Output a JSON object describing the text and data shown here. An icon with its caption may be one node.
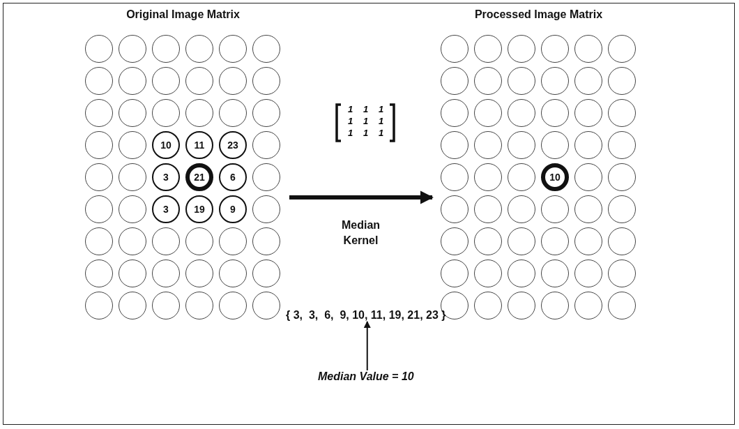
{
  "diagram": {
    "nodes": [
      {
        "text": [
          "Original Image Matrix"
        ]
      },
      {
        "text": [],
        "shape": "circle",
        "in": 0
      },
      {
        "text": [],
        "shape": "circle",
        "in": 0
      },
      {
        "text": [],
        "shape": "circle",
        "in": 0
      },
      {
        "text": [],
        "shape": "circle",
        "in": 0
      },
      {
        "text": [],
        "shape": "circle",
        "in": 0
      },
      {
        "text": [],
        "shape": "circle",
        "in": 0
      },
      {
        "text": [],
        "shape": "circle",
        "in": 0
      },
      {
        "text": [],
        "shape": "circle",
        "in": 0
      },
      {
        "text": [],
        "shape": "circle",
        "in": 0
      },
      {
        "text": [],
        "shape": "circle",
        "in": 0
      },
      {
        "text": [],
        "shape": "circle",
        "in": 0
      },
      {
        "text": [],
        "shape": "circle",
        "in": 0
      },
      {
        "text": [],
        "shape": "circle",
        "in": 0
      },
      {
        "text": [],
        "shape": "circle",
        "in": 0
      },
      {
        "text": [],
        "shape": "circle",
        "in": 0
      },
      {
        "text": [],
        "shape": "circle",
        "in": 0
      },
      {
        "text": [],
        "shape": "circle",
        "in": 0
      },
      {
        "text": [],
        "shape": "circle",
        "in": 0
      },
      {
        "text": [],
        "shape": "circle",
        "in": 0
      },
      {
        "text": [],
        "shape": "circle",
        "in": 0
      },
      {
        "text": [
          "10"
        ],
        "in": 0
      },
      {
        "text": [
          "11"
        ],
        "in": 0
      },
      {
        "text": [
          "23"
        ],
        "in": 0
      },
      {
        "text": [],
        "shape": "circle",
        "in": 0
      },
      {
        "text": [],
        "shape": "circle",
        "in": 0
      },
      {
        "text": [],
        "shape": "circle",
        "in": 0
      },
      {
        "text": [
          "3"
        ],
        "in": 0
      },
      {
        "text": [
          "21"
        ],
        "in": 0
      },
      {
        "text": [
          "6"
        ],
        "in": 0
      },
      {
        "text": [],
        "shape": "circle",
        "in": 0
      },
      {
        "text": [],
        "shape": "circle",
        "in": 0
      },
      {
        "text": [],
        "shape": "circle",
        "in": 0
      },
      {
        "text": [
          "3"
        ],
        "in": 0
      },
      {
        "text": [
          "19"
        ],
        "in": 0
      },
      {
        "text": [
          "9"
        ],
        "in": 0
      },
      {
        "text": [],
        "shape": "circle",
        "in": 0
      },
      {
        "text": [],
        "shape": "circle",
        "in": 0
      },
      {
        "text": [],
        "shape": "circle",
        "in": 0
      },
      {
        "text": [],
        "shape": "circle",
        "in": 0
      },
      {
        "text": [],
        "shape": "circle",
        "in": 0
      },
      {
        "text": [],
        "shape": "circle",
        "in": 0
      },
      {
        "text": [],
        "shape": "circle",
        "in": 0
      },
      {
        "text": [],
        "shape": "circle",
        "in": 0
      },
      {
        "text": [],
        "shape": "circle",
        "in": 0
      },
      {
        "text": [],
        "shape": "circle",
        "in": 0
      },
      {
        "text": [],
        "shape": "circle",
        "in": 0
      },
      {
        "text": [],
        "shape": "circle",
        "in": 0
      },
      {
        "text": [],
        "shape": "circle",
        "in": 0
      },
      {
        "text": [],
        "shape": "circle",
        "in": 0
      },
      {
        "text": [],
        "shape": "circle",
        "in": 0
      },
      {
        "text": [],
        "shape": "circle",
        "in": 0
      },
      {
        "text": [],
        "shape": "circle",
        "in": 0
      },
      {
        "text": [],
        "shape": "circle",
        "in": 0
      },
      {
        "text": [],
        "shape": "circle",
        "in": 0
      },
      {
        "text": [
          "Processed Image Matrix"
        ]
      },
      {
        "text": [],
        "shape": "circle",
        "in": 55
      },
      {
        "text": [],
        "shape": "circle",
        "in": 55
      },
      {
        "text": [],
        "shape": "circle",
        "in": 55
      },
      {
        "text": [],
        "shape": "circle",
        "in": 55
      },
      {
        "text": [],
        "shape": "circle",
        "in": 55
      },
      {
        "text": [],
        "shape": "circle",
        "in": 55
      },
      {
        "text": [],
        "shape": "circle",
        "in": 55
      },
      {
        "text": [],
        "shape": "circle",
        "in": 55
      },
      {
        "text": [],
        "shape": "circle",
        "in": 55
      },
      {
        "text": [],
        "shape": "circle",
        "in": 55
      },
      {
        "text": [],
        "shape": "circle",
        "in": 55
      },
      {
        "text": [],
        "shape": "circle",
        "in": 55
      },
      {
        "text": [],
        "shape": "circle",
        "in": 55
      },
      {
        "text": [],
        "shape": "circle",
        "in": 55
      },
      {
        "text": [],
        "shape": "circle",
        "in": 55
      },
      {
        "text": [],
        "shape": "circle",
        "in": 55
      },
      {
        "text": [],
        "shape": "circle",
        "in": 55
      },
      {
        "text": [],
        "shape": "circle",
        "in": 55
      },
      {
        "text": [],
        "shape": "circle",
        "in": 55
      },
      {
        "text": [],
        "shape": "circle",
        "in": 55
      },
      {
        "text": [],
        "shape": "circle",
        "in": 55
      },
      {
        "text": [],
        "shape": "circle",
        "in": 55
      },
      {
        "text": [],
        "shape": "circle",
        "in": 55
      },
      {
        "text": [],
        "shape": "circle",
        "in": 55
      },
      {
        "text": [],
        "shape": "circle",
        "in": 55
      },
      {
        "text": [],
        "shape": "circle",
        "in": 55
      },
      {
        "text": [],
        "shape": "circle",
        "in": 55
      },
      {
        "text": [
          "10"
        ],
        "in": 55
      },
      {
        "text": [],
        "shape": "circle",
        "in": 55
      },
      {
        "text": [],
        "shape": "circle",
        "in": 55
      },
      {
        "text": [],
        "shape": "circle",
        "in": 55
      },
      {
        "text": [],
        "shape": "circle",
        "in": 55
      },
      {
        "text": [],
        "shape": "circle",
        "in": 55
      },
      {
        "text": [],
        "shape": "circle",
        "in": 55
      },
      {
        "text": [],
        "shape": "circle",
        "in": 55
      },
      {
        "text": [],
        "shape": "circle",
        "in": 55
      },
      {
        "text": [],
        "shape": "circle",
        "in": 55
      },
      {
        "text": [],
        "shape": "circle",
        "in": 55
      },
      {
        "text": [],
        "shape": "circle",
        "in": 55
      },
      {
        "text": [],
        "shape": "circle",
        "in": 55
      },
      {
        "text": [],
        "shape": "circle",
        "in": 55
      },
      {
        "text": [],
        "shape": "circle",
        "in": 55
      },
      {
        "text": [],
        "shape": "circle",
        "in": 55
      },
      {
        "text": [],
        "shape": "circle",
        "in": 55
      },
      {
        "text": [],
        "shape": "circle",
        "in": 55
      },
      {
        "text": [],
        "shape": "circle",
        "in": 55
      },
      {
        "text": [],
        "shape": "circle",
        "in": 55
      },
      {
        "text": [],
        "shape": "circle",
        "in": 55
      },
      {
        "text": [],
        "shape": "circle",
        "in": 55
      },
      {
        "text": [],
        "shape": "circle",
        "in": 55
      },
      {
        "text": [],
        "shape": "circle",
        "in": 55
      },
      {
        "text": [],
        "shape": "circle",
        "in": 55
      },
      {
        "text": [],
        "shape": "circle",
        "in": 55
      },
      {
        "text": [],
        "shape": "circle",
        "in": 55
      },
      {
        "text": [
          "{ 3,  3,  6,  9, 10, 11, 19, 21, 23 }"
        ]
      },
      {
        "text": [
          "Median Value = 10"
        ]
      }
    ],
    "edges": [
      {
        "from": 0,
        "to": 55,
        "arrow": "to",
        "label": "Median Kernel",
        "style": "thick"
      },
      {
        "from": 111,
        "to": 110,
        "arrow": "to"
      }
    ],
    "labels": [
      "1",
      "1",
      "1",
      "1",
      "1",
      "1",
      "1",
      "1",
      "1"
    ]
  }
}
